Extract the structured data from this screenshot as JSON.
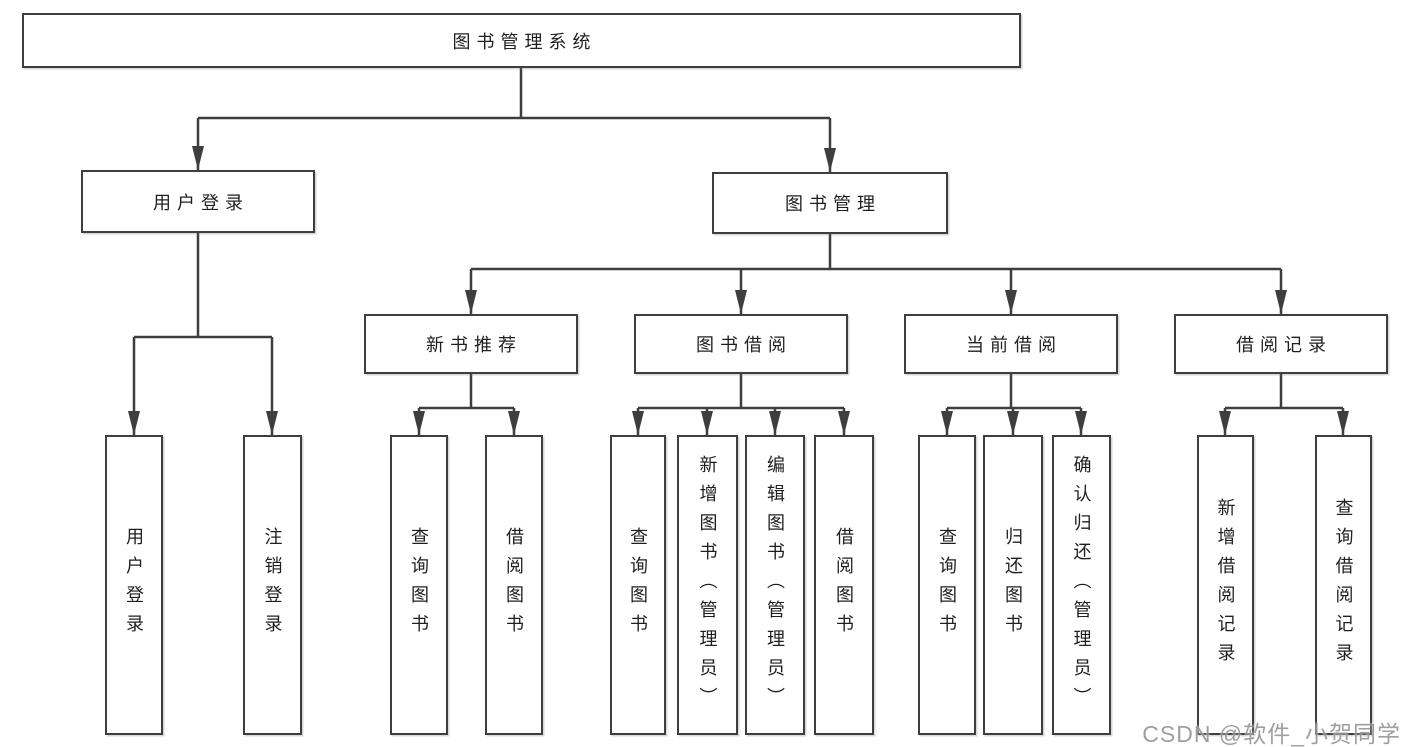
{
  "diagram": {
    "root": {
      "label": "图书管理系统"
    },
    "branches": [
      {
        "label": "用户登录",
        "children": [
          {
            "label": "用户登录"
          },
          {
            "label": "注销登录"
          }
        ]
      },
      {
        "label": "图书管理",
        "children": [
          {
            "label": "新书推荐",
            "children": [
              {
                "label": "查询图书"
              },
              {
                "label": "借阅图书"
              }
            ]
          },
          {
            "label": "图书借阅",
            "children": [
              {
                "label": "查询图书"
              },
              {
                "label": "新增图书（管理员）"
              },
              {
                "label": "编辑图书（管理员）"
              },
              {
                "label": "借阅图书"
              }
            ]
          },
          {
            "label": "当前借阅",
            "children": [
              {
                "label": "查询图书"
              },
              {
                "label": "归还图书"
              },
              {
                "label": "确认归还（管理员）"
              }
            ]
          },
          {
            "label": "借阅记录",
            "children": [
              {
                "label": "新增借阅记录"
              },
              {
                "label": "查询借阅记录"
              }
            ]
          }
        ]
      }
    ]
  },
  "watermark": {
    "text": "CSDN @软件_小贺同学"
  },
  "colors": {
    "line": "#3e3e3e",
    "border": "#3e3e3e",
    "text": "#1f1f1f",
    "box_background": "#ffffff",
    "page_background": "#ffffff",
    "watermark": "#8a8a8a"
  }
}
